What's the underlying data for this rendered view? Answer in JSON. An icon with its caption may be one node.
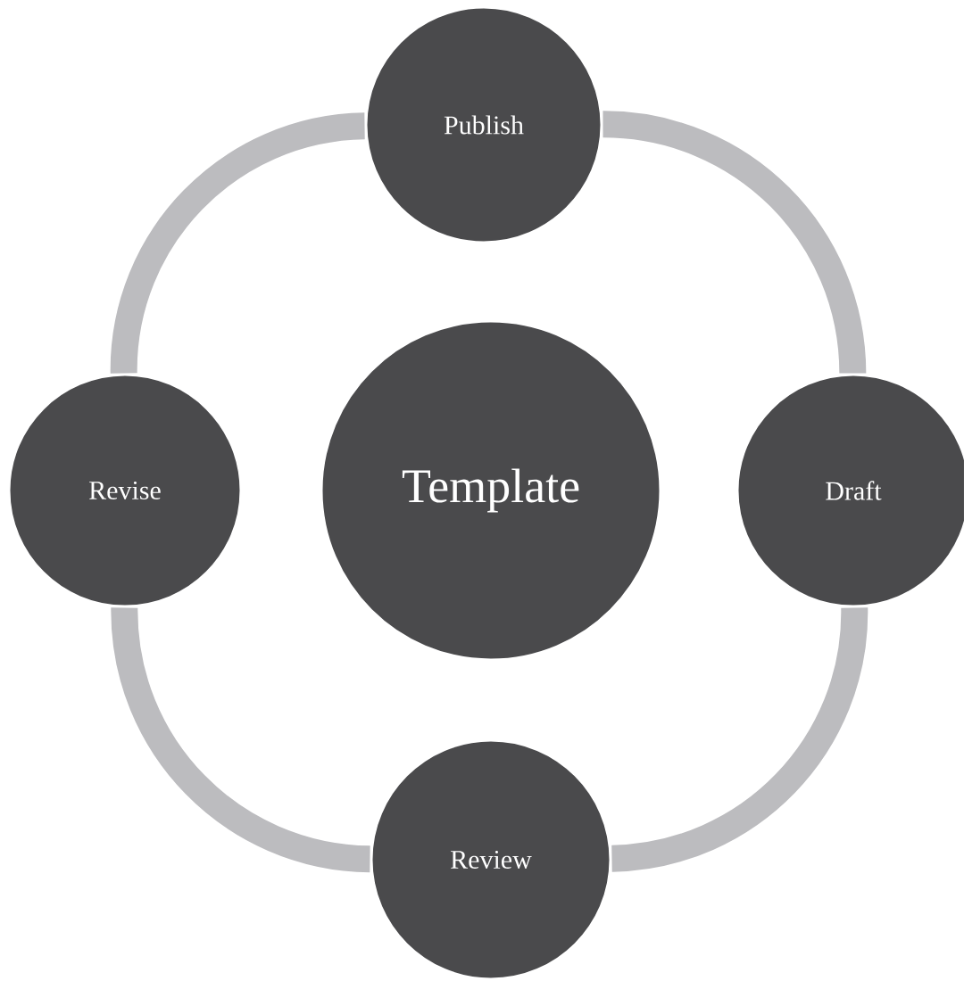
{
  "diagram": {
    "nodes": [
      {
        "text": [
          "Publish"
        ]
      },
      {
        "text": [
          "Revise"
        ]
      },
      {
        "text": [
          "Template"
        ]
      },
      {
        "text": [
          "Draft"
        ]
      },
      {
        "text": [
          "Review"
        ]
      }
    ],
    "edges": [
      {
        "from": 0,
        "to": 3,
        "arrow": "none"
      },
      {
        "from": 3,
        "to": 4,
        "arrow": "none"
      },
      {
        "from": 4,
        "to": 1,
        "arrow": "none"
      },
      {
        "from": 1,
        "to": 0,
        "arrow": "none"
      }
    ]
  }
}
